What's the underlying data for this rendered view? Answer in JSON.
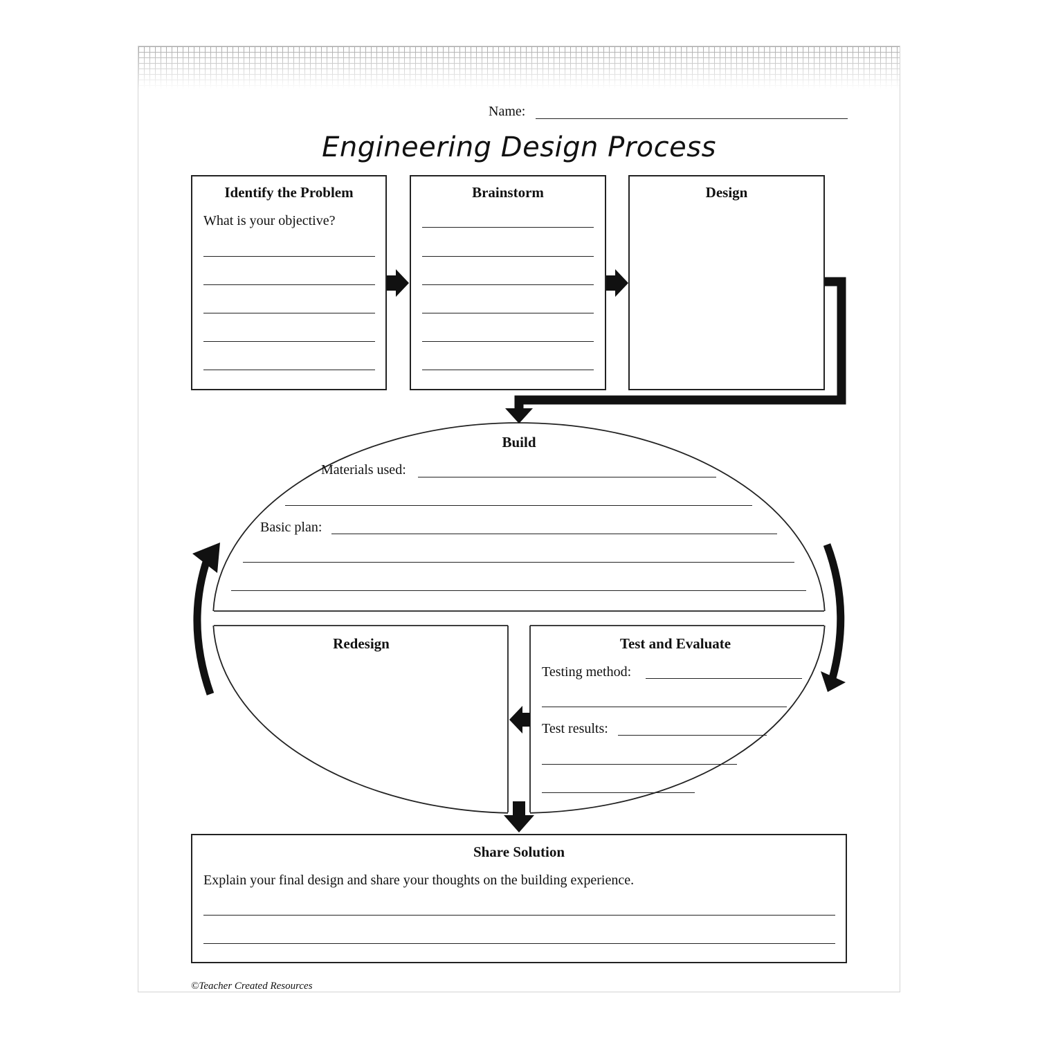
{
  "name_label": "Name:",
  "title": "Engineering Design Process",
  "identify": {
    "heading": "Identify the Problem",
    "prompt": "What is your objective?"
  },
  "brainstorm": {
    "heading": "Brainstorm"
  },
  "design": {
    "heading": "Design"
  },
  "build": {
    "heading": "Build",
    "materials_label": "Materials used:",
    "plan_label": "Basic plan:"
  },
  "redesign": {
    "heading": "Redesign"
  },
  "test": {
    "heading": "Test and Evaluate",
    "method_label": "Testing method:",
    "results_label": "Test results:"
  },
  "share": {
    "heading": "Share Solution",
    "prompt": "Explain your final design and share your thoughts on the building experience."
  },
  "footer": "©Teacher Created Resources"
}
